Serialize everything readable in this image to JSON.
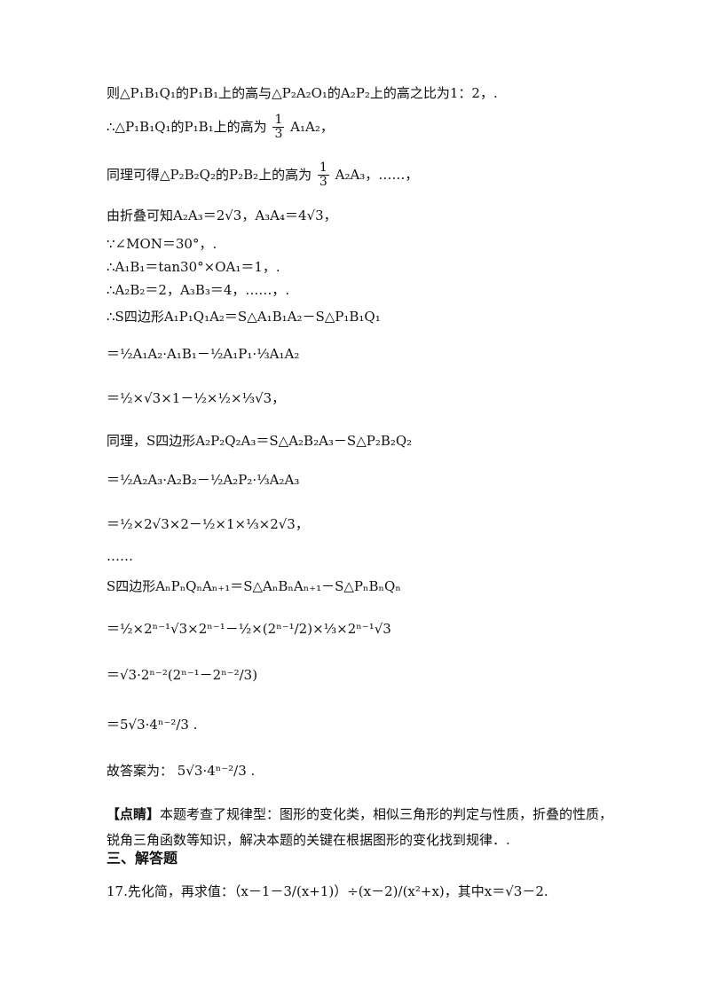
{
  "lines": {
    "l1": "则△P₁B₁Q₁的P₁B₁上的高与△P₂A₂O₁的A₂P₂上的高之比为1：2，.",
    "l2_pre": "∴△P₁B₁Q₁的P₁B₁上的高为",
    "l2_post": "A₁A₂，",
    "l3_pre": "同理可得△P₂B₂Q₂的P₂B₂上的高为",
    "l3_post": "A₂A₃，……，",
    "l4": "由折叠可知A₂A₃＝2√3，A₃A₄＝4√3，",
    "l5": "∵∠MON＝30°，.",
    "l6": "∴A₁B₁＝tan30°×OA₁＝1，.",
    "l7": "∴A₂B₂＝2，A₃B₃＝4，……，.",
    "l8": "∴S四边形A₁P₁Q₁A₂＝S△A₁B₁A₂－S△P₁B₁Q₁",
    "l9": "＝½A₁A₂·A₁B₁－½A₁P₁·⅓A₁A₂",
    "l10": "＝½×√3×1－½×½×⅓√3，",
    "l11": "同理，S四边形A₂P₂Q₂A₃＝S△A₂B₂A₃－S△P₂B₂Q₂",
    "l12": "＝½A₂A₃·A₂B₂－½A₂P₂·⅓A₂A₃",
    "l13": "＝½×2√3×2－½×1×⅓×2√3，",
    "l14": "……",
    "l15": "S四边形AₙPₙQₙAₙ₊₁＝S△AₙBₙAₙ₊₁－S△PₙBₙQₙ",
    "l16": "＝½×2ⁿ⁻¹√3×2ⁿ⁻¹－½×(2ⁿ⁻¹/2)×⅓×2ⁿ⁻¹√3",
    "l17": "＝√3·2ⁿ⁻²(2ⁿ⁻¹－2ⁿ⁻²/3)",
    "l18": "＝5√3·4ⁿ⁻²/3 .",
    "l19_label": "故答案为：",
    "l19_value": "5√3·4ⁿ⁻²/3 ."
  },
  "comment": {
    "label": "【点睛】",
    "text": "本题考查了规律型：图形的变化类，相似三角形的判定与性质，折叠的性质，锐角三角函数等知识，解决本题的关键在根据图形的变化找到规律．."
  },
  "section_title": "三、解答题",
  "question": {
    "number": "17.",
    "text": "先化简，再求值：（x－1－3/(x+1)）÷(x－2)/(x²+x)，其中x＝√3－2."
  }
}
